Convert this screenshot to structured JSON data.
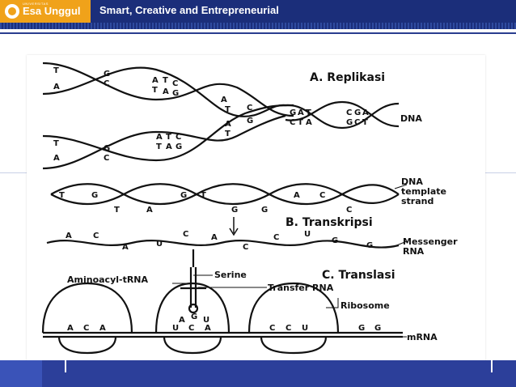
{
  "header": {
    "logo_small": "UNIVERSITAS",
    "logo_text": "Esa Unggul",
    "tagline": "Smart, Creative and Entrepreneurial"
  },
  "colors": {
    "header_blue": "#1b2e7a",
    "logo_orange": "#f0a21a",
    "footer_blue": "#2c3f9a"
  },
  "figure": {
    "sections": {
      "replication": "A. Replikasi",
      "transcription": "B. Transkripsi",
      "translation": "C. Translasi"
    },
    "labels": {
      "dna": "DNA",
      "template_1": "DNA",
      "template_2": "template",
      "template_3": "strand",
      "mrna_msg_1": "Messenger",
      "mrna_msg_2": "RNA",
      "aminoacyl": "Aminoacyl-tRNA",
      "serine": "Serine",
      "transfer_rna": "Transfer RNA",
      "ribosome": "Ribosome",
      "mrna": "mRNA"
    },
    "replication_bases": {
      "left_top": [
        "T",
        "A"
      ],
      "left_top_2": [
        "G",
        "C"
      ],
      "fork_top": [
        "A",
        "T",
        "C",
        "T",
        "A",
        "G"
      ],
      "fork_mid": [
        "A",
        "T",
        "C",
        "A",
        "T",
        "G"
      ],
      "helix_top": [
        "G",
        "A",
        "T",
        "C",
        "G",
        "A"
      ],
      "helix_bottom": [
        "C",
        "T",
        "A",
        "G",
        "C",
        "T"
      ],
      "lower_left": [
        "T",
        "A",
        "G",
        "C"
      ],
      "lower_fork": [
        "A",
        "T",
        "C",
        "T",
        "A",
        "G"
      ]
    },
    "template_top": [
      "T",
      "G",
      "G",
      "T",
      "A",
      "C"
    ],
    "template_bottom": [
      "T",
      "A",
      "G",
      "G",
      "C"
    ],
    "mrna_bases": [
      "A",
      "C",
      "A",
      "U",
      "C",
      "A",
      "C",
      "C",
      "U",
      "G",
      "G"
    ],
    "anticodon": [
      "A",
      "G",
      "U"
    ],
    "codon_row": [
      "A",
      "C",
      "A",
      "U",
      "C",
      "A",
      "C",
      "C",
      "U",
      "G",
      "G"
    ]
  }
}
